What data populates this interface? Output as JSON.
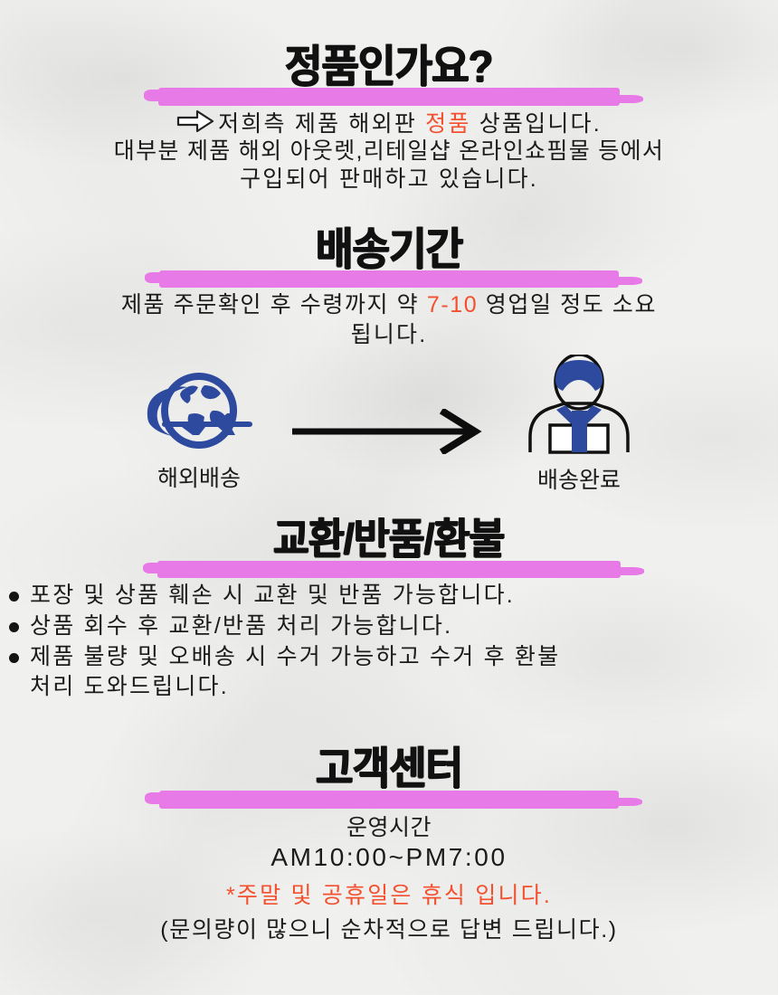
{
  "theme": {
    "marker_color": "#e87ae8",
    "accent_color": "#f4502f",
    "icon_navy": "#2e4a9e",
    "text_color": "#1b1b1b",
    "paper_color": "#f2f2f0"
  },
  "sections": {
    "authenticity": {
      "heading": "정품인가요?",
      "pointer_icon": "right-arrow-outline-icon",
      "line1_prefix": "저희측 제품 해외판 ",
      "line1_accent": "정품",
      "line1_suffix": " 상품입니다.",
      "line2": "대부분 제품 해외 아웃렛,리테일샵 온라인쇼핌물 등에서",
      "line3": "구입되어 판매하고 있습니다."
    },
    "shipping": {
      "heading": "배송기간",
      "line1_prefix": "제품 주문확인 후 수령까지 약 ",
      "line1_accent": "7-10",
      "line1_suffix": " 영업일 정도 소요",
      "line2": "됩니다.",
      "origin_icon": "globe-airplane-icon",
      "origin_label": "해외배송",
      "arrow_icon": "right-arrow-icon",
      "destination_icon": "delivery-person-icon",
      "destination_label": "배송완료"
    },
    "returns": {
      "heading": "교환/반품/환불",
      "bullets": [
        "포장 및 상품 훼손 시 교환 및 반품 가능합니다.",
        "상품 회수 후 교환/반품 처리 가능합니다.",
        "제품 불량 및 오배송 시 수거 가능하고 수거 후 환불",
        "처리 도와드립니다."
      ]
    },
    "customer_center": {
      "heading": "고객센터",
      "hours_label": "운영시간",
      "hours_value": "AM10:00~PM7:00",
      "notice": "*주말 및 공휴일은 휴식 입니다.",
      "sub_notice": "(문의량이 많으니 순차적으로 답변 드립니다.)"
    }
  }
}
